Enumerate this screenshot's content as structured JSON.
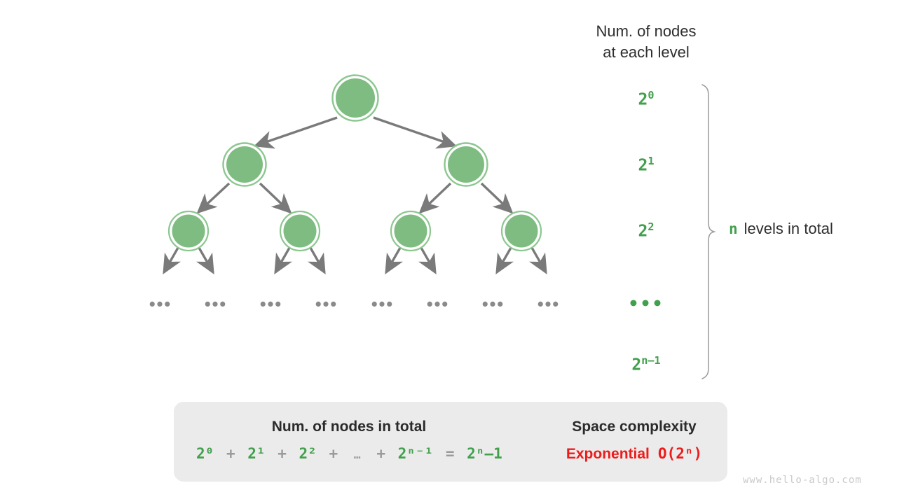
{
  "legend": {
    "title_line1": "Num. of nodes",
    "title_line2": "at each level",
    "levels": [
      {
        "base": "2",
        "exp": "0"
      },
      {
        "base": "2",
        "exp": "1"
      },
      {
        "base": "2",
        "exp": "2"
      },
      {
        "base": "…",
        "exp": ""
      },
      {
        "base": "2",
        "exp": "n–1"
      }
    ],
    "total_levels_symbol": "n",
    "total_levels_text": "levels in total"
  },
  "tree": {
    "ellipsis": "•••",
    "ellipsis_count": 8,
    "node_fill": "#7ebc82",
    "node_ring": "#8cc78f",
    "edge_color": "#7a7a7a"
  },
  "panel": {
    "left_heading": "Num. of nodes in total",
    "formula": {
      "terms": [
        "2⁰",
        "2¹",
        "2²",
        "…",
        "2ⁿ⁻¹"
      ],
      "plus": "+",
      "equals": "=",
      "result": "2ⁿ–1"
    },
    "arrow_icon": "right-block-arrow",
    "right_heading": "Space complexity",
    "complexity_word": "Exponential",
    "complexity_notation": "O(2ⁿ)",
    "complexity_color": "#ee1b1b"
  },
  "watermark": "www.hello-algo.com"
}
